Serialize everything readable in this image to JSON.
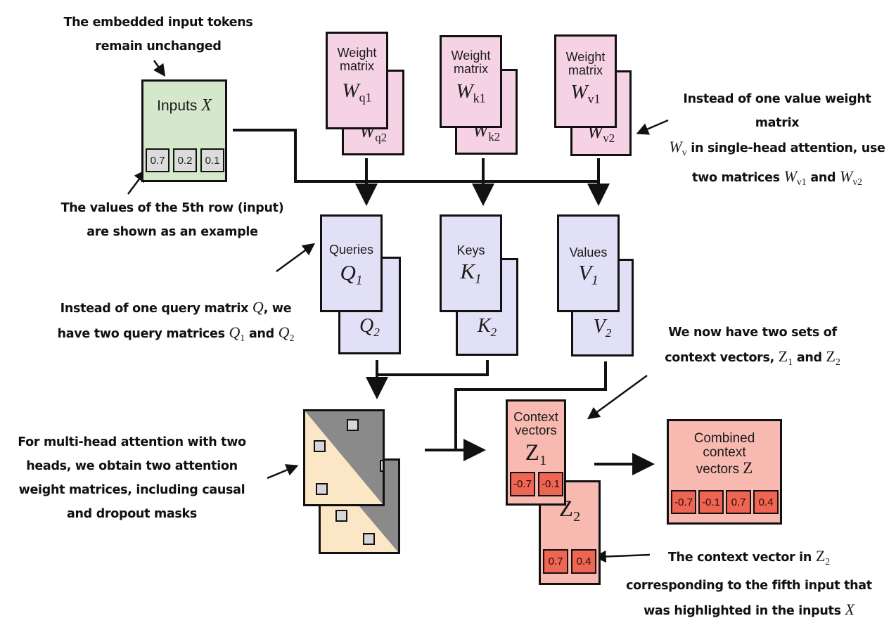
{
  "inputs": {
    "label": "Inputs",
    "symbol": "X",
    "values": [
      "0.7",
      "0.2",
      "0.1"
    ],
    "color": "#d6e8cb"
  },
  "weights": [
    {
      "label_line1": "Weight",
      "label_line2": "matrix",
      "front_base": "W",
      "front_sub": "q1",
      "back_base": "W",
      "back_sub": "q2"
    },
    {
      "label_line1": "Weight",
      "label_line2": "matrix",
      "front_base": "W",
      "front_sub": "k1",
      "back_base": "W",
      "back_sub": "k2"
    },
    {
      "label_line1": "Weight",
      "label_line2": "matrix",
      "front_base": "W",
      "front_sub": "v1",
      "back_base": "W",
      "back_sub": "v2"
    }
  ],
  "projections": [
    {
      "label": "Queries",
      "front_base": "Q",
      "front_sub": "1",
      "back_base": "Q",
      "back_sub": "2"
    },
    {
      "label": "Keys",
      "front_base": "K",
      "front_sub": "1",
      "back_base": "K",
      "back_sub": "2"
    },
    {
      "label": "Values",
      "front_base": "V",
      "front_sub": "1",
      "back_base": "V",
      "back_sub": "2"
    }
  ],
  "context": {
    "z1": {
      "label_line1": "Context",
      "label_line2": "vectors",
      "base": "Z",
      "sub": "1",
      "values": [
        "-0.7",
        "-0.1"
      ]
    },
    "z2": {
      "base": "Z",
      "sub": "2",
      "values": [
        "0.7",
        "0.4"
      ]
    }
  },
  "combined": {
    "label_line1": "Combined",
    "label_line2": "context",
    "label_line3": "vectors",
    "symbol": "Z",
    "values": [
      "-0.7",
      "-0.1",
      "0.7",
      "0.4"
    ]
  },
  "annotations": {
    "embedded": {
      "line1": "The embedded input tokens",
      "line2": "remain unchanged"
    },
    "fifth_row": {
      "line1": "The values of the 5th row (input)",
      "line2": "are shown as an example"
    },
    "query": {
      "line1_pre": "Instead of one query matrix ",
      "line1_math": "Q",
      "line1_post": ", we",
      "line2_pre": "have two query matrices ",
      "m1_base": "Q",
      "m1_sub": "1",
      "and": " and ",
      "m2_base": "Q",
      "m2_sub": "2"
    },
    "value_weight": {
      "line1": "Instead of one value weight matrix",
      "line2_math_base": "W",
      "line2_math_sub": "v",
      "line2_post": " in single-head attention, use",
      "line3_pre": "two matrices ",
      "m1_base": "W",
      "m1_sub": "v1",
      "and": " and ",
      "m2_base": "W",
      "m2_sub": "v2"
    },
    "attention": {
      "line1": "For multi-head attention with two",
      "line2": "heads, we obtain two attention",
      "line3": "weight matrices, including causal",
      "line4": "and dropout masks"
    },
    "two_sets": {
      "line1": "We now have two sets of",
      "line2_pre": "context vectors, ",
      "m1_base": "Z",
      "m1_sub": "1",
      "and": " and ",
      "m2_base": "Z",
      "m2_sub": "2"
    },
    "context_z2": {
      "line1_pre": "The context vector in ",
      "m_base": "Z",
      "m_sub": "2",
      "line2": "corresponding to the fifth input that",
      "line3_pre": "was highlighted in the inputs ",
      "line3_math": "X"
    }
  },
  "colors": {
    "inputs": "#d6e8cb",
    "weights": "#f6d3e4",
    "projections": "#e2e0f6",
    "context": "#f8b9b0",
    "context_cells": "#ee6553",
    "attention_light": "#fbe6c6",
    "attention_dark": "#8a8a8a",
    "grey_cells": "#dcdcdc"
  }
}
